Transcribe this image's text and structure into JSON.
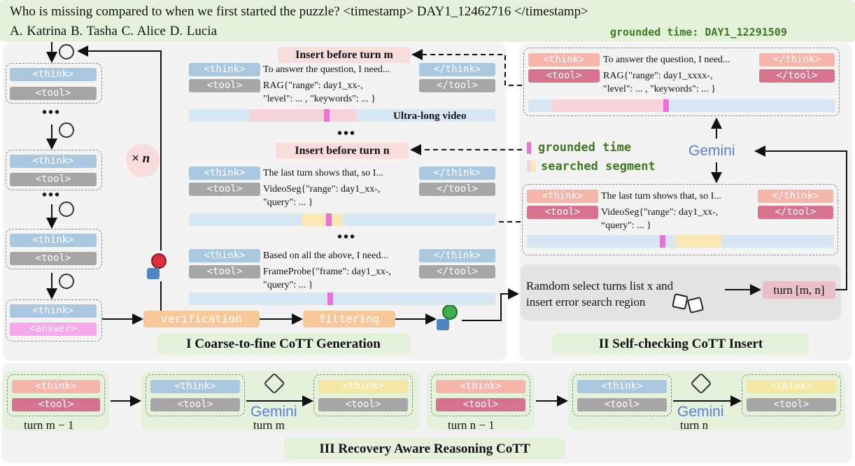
{
  "header": {
    "question": "Who is missing compared to when we first started the puzzle?  <timestamp> DAY1_12462716 </timestamp>",
    "options": "A. Katrina     B. Tasha     C. Alice     D. Lucia",
    "grounded_time": "grounded time: DAY1_12291509"
  },
  "tags": {
    "think": "<think>",
    "think_end": "</think>",
    "tool": "<tool>",
    "tool_end": "</tool>",
    "answer": "<answer>"
  },
  "left_panel": {
    "repeat_label": "× n",
    "verification": "verification",
    "filtering": "filtering",
    "title": "I Coarse-to-fine CoTT Generation"
  },
  "middle": {
    "insert_m": "Insert before turn m",
    "insert_n": "Insert before turn n",
    "video_label": "Ultra-long video",
    "dots": "•••",
    "block1": {
      "think_text": "To answer the question, I need...",
      "tool_line1": "RAG{\"range\": day1_xx-,",
      "tool_line2": "\"level\": ... , \"keywords\": ... }"
    },
    "block2": {
      "think_text": "The last turn shows that, so I...",
      "tool_line1": "VideoSeg{\"range\": day1_xx-,",
      "tool_line2": "\"query\": ... }"
    },
    "block3": {
      "think_text": "Based on all  the above, I need...",
      "tool_line1": "FrameProbe{\"frame\": day1_xx-,",
      "tool_line2": "\"query\": ... }"
    }
  },
  "right_panel": {
    "block1": {
      "think_text": "To answer the question, I need...",
      "tool_line1": "RAG{\"range\": day1_xxxx-,",
      "tool_line2": "\"level\": ... , \"keywords\": ... }"
    },
    "block2": {
      "think_text": "The last turn shows that, so I...",
      "tool_line1": "VideoSeg{\"range\": day1_xx-,",
      "tool_line2": "“query\": ... }"
    },
    "legend_grounded": "grounded time",
    "legend_searched": "searched segment",
    "gemini": "Gemini",
    "random_line1": "Ramdom select turns list x and",
    "random_line2": "insert error search region",
    "turn_range": "turn [m, n]",
    "title": "II Self-checking CoTT Insert"
  },
  "bottom": {
    "turn_m1": "turn m − 1",
    "turn_m": "turn m",
    "turn_n1": "turn n − 1",
    "turn_n": "turn n",
    "gemini": "Gemini",
    "title": "III Recovery Aware Reasoning CoTT"
  },
  "colors": {
    "think_blue": "#a9c8df",
    "tool_gray": "#a6a6a6",
    "answer_pink": "#f7a7ec",
    "think_salmon": "#f6b5aa",
    "tool_rose": "#d67490",
    "think_yellow": "#f6e6a4",
    "grounded_magenta": "#ef6fd8",
    "searched_yellow": "#fbe8b5",
    "searched_pink": "#f6d3d8",
    "green_panel": "#e4f2dc",
    "grounded_text": "#3f7a23"
  },
  "icons": [
    "openai-logo-icon",
    "reject-magnifier-icon",
    "approve-magnifier-icon",
    "dice-icon",
    "tools-icon",
    "gemini-logo"
  ]
}
